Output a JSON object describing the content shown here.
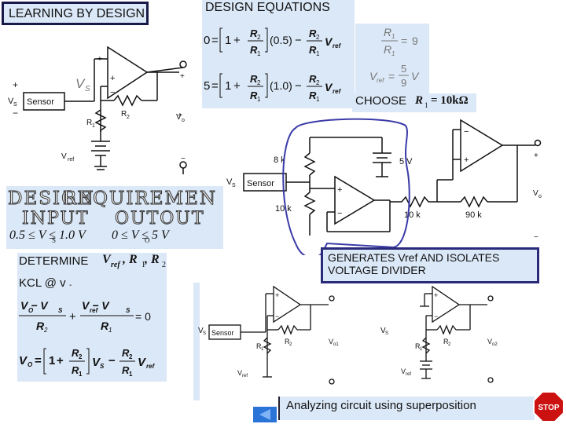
{
  "title": "LEARNING BY DESIGN",
  "design_equations": {
    "heading": "DESIGN  EQUATIONS",
    "eq1": {
      "lhs": "0",
      "one": "1",
      "r2": "R",
      "r2sub": "2",
      "r1": "R",
      "r1sub": "1",
      "factor": "(0.5)",
      "vref": "V",
      "vrefsub": "ref"
    },
    "eq2": {
      "lhs": "5",
      "one": "1",
      "r2": "R",
      "r2sub": "2",
      "r1": "R",
      "r1sub": "1",
      "factor": "(1.0)",
      "vref": "V",
      "vrefsub": "ref"
    },
    "implies": "⇒",
    "ratio": {
      "num": "R",
      "numsub": "1",
      "den": "R",
      "densub": "1",
      "value": "9"
    },
    "vref_result": {
      "lhs": "V",
      "lhssub": "ref",
      "num": "5",
      "den": "9",
      "unit": "V"
    }
  },
  "choose": {
    "label": "CHOOSE",
    "expr": "R",
    "sub": "1",
    "value": "= 10kΩ"
  },
  "requirements": {
    "line1a": "DESIGN",
    "line1b": "REQUIREMEN",
    "line2a": "INPUT",
    "line2b": "OUTOUT",
    "in_range": "0.5 ≤ V  ≤ 1.0 V",
    "in_sub": "S",
    "out_range": "0 ≤ V  ≤ 5 V",
    "out_sub": "O"
  },
  "determine": {
    "label": "DETERMINE",
    "vars": "V",
    "vars_sub": "ref",
    "rest": ", R",
    "r1sub": "1",
    "comma": ", R",
    "r2sub": "2",
    "kcl": "KCL @ v",
    "kcl_sub": "-",
    "kcl_eq": {
      "num1": "V  − V",
      "sub1a": "O",
      "sub1b": "S",
      "den1": "R",
      "den1sub": "2",
      "num2": "V    − V",
      "sub2a": "ref",
      "sub2b": "S",
      "den2": "R",
      "den2sub": "1",
      "rhs": "= 0"
    },
    "vo_eq": {
      "lhs": "V",
      "lhssub": "O",
      "one": "1",
      "r2": "R",
      "r2sub": "2",
      "r1": "R",
      "r1sub": "1",
      "vs": "V",
      "vssub": "S",
      "vref": "V",
      "vrefsub": "ref"
    }
  },
  "circuit1": {
    "sensor": "Sensor",
    "vs": "V",
    "vs_sub": "S",
    "vs_big": "V",
    "vs_big_sub": "S",
    "r2": "R",
    "r2sub": "2",
    "r1": "R",
    "r1sub": "1",
    "vref": "V",
    "vrefsub": "ref",
    "vo": "V",
    "vosub": "o",
    "plus": "+",
    "minus": "−"
  },
  "circuit2": {
    "sensor": "Sensor",
    "vs": "V",
    "vs_sub": "S",
    "r8k": "8 k",
    "r10k": "10 k",
    "v5": "5 V",
    "r10k2": "10 k",
    "r90k": "90 k",
    "vo": "V",
    "vosub": "o",
    "plus": "+",
    "minus": "−"
  },
  "generates": "GENERATES Vref AND ISOLATES VOLTAGE DIVIDER",
  "circuit3": {
    "sensor": "Sensor",
    "vs": "V",
    "vs_sub": "S",
    "r2": "R",
    "r2sub": "2",
    "r1": "R",
    "r1sub": "1",
    "vref": "V",
    "vrefsub": "ref",
    "vo": "V",
    "vosub": "o1",
    "plus": "+",
    "minus": "−"
  },
  "circuit4": {
    "vs": "V",
    "vs_sub": "S",
    "r2": "R",
    "r2sub": "2",
    "r1": "R",
    "r1sub": "1",
    "vref": "V",
    "vrefsub": "ref",
    "vo": "V",
    "vosub": "o2",
    "plus": "+",
    "minus": "−"
  },
  "analyzing": "Analyzing circuit using superposition",
  "stop": "STOP",
  "colors": {
    "panel": "#dbe8f7",
    "pen": "#3a3aa8",
    "stop": "#cc1111",
    "nav": "#2a74d8"
  }
}
